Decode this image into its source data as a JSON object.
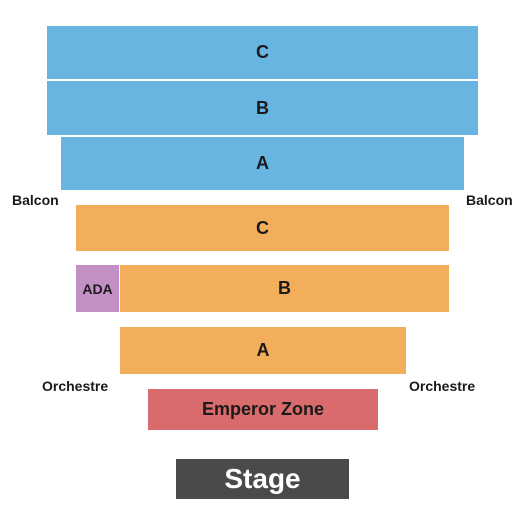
{
  "balcony": {
    "label_left": "Balcon",
    "label_right": "Balcon",
    "sections": {
      "c": "C",
      "b": "B",
      "a": "A"
    }
  },
  "orchestra": {
    "label_left": "Orchestre",
    "label_right": "Orchestre",
    "sections": {
      "c": "C",
      "b": "B",
      "a": "A",
      "ada": "ADA"
    }
  },
  "emperor_zone": "Emperor Zone",
  "stage": "Stage",
  "colors": {
    "balcony": "#67b5e0",
    "orchestra": "#f2ae5a",
    "ada": "#c390c6",
    "emperor_zone": "#da6b6c",
    "stage": "#4a4a4a"
  }
}
